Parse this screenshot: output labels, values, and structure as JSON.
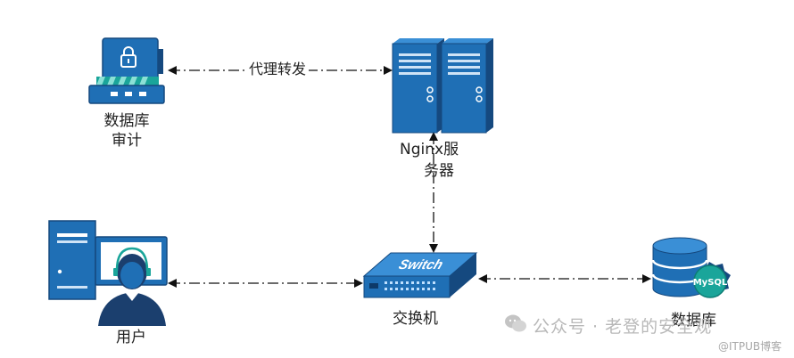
{
  "nodes": {
    "db_audit": {
      "line1": "数据库",
      "line2": "审计"
    },
    "nginx": {
      "line1": "Nginx服",
      "line2": "务器"
    },
    "user": {
      "label": "用户"
    },
    "switch": {
      "label": "交换机",
      "device_text": "Switch"
    },
    "database": {
      "label": "数据库",
      "badge": "MySQL"
    }
  },
  "edges": {
    "audit_nginx": {
      "label": "代理转发"
    }
  },
  "watermark": {
    "text": "公众号 · 老登的安全观",
    "sub": "@ITPUB博客"
  },
  "colors": {
    "device_blue": "#1f6fb5",
    "device_dark": "#15497f",
    "device_light": "#3a8fd6",
    "accent_teal": "#1aa59a",
    "edge_line": "#111111"
  }
}
